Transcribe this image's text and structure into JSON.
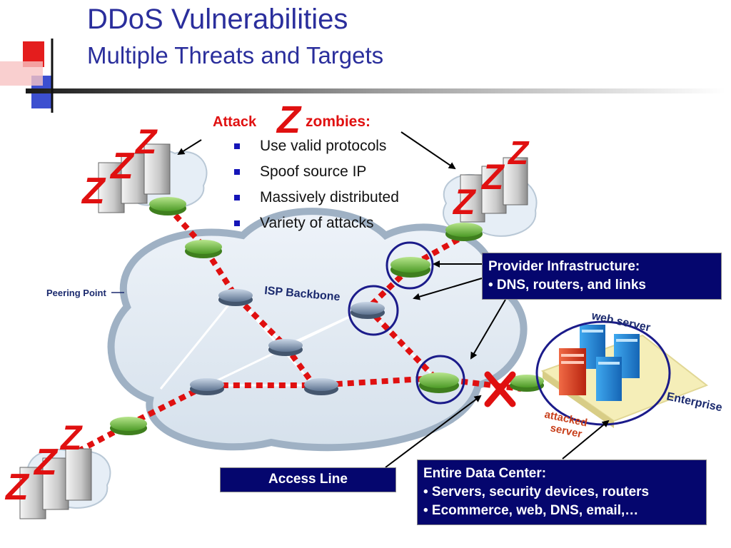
{
  "slide": {
    "title": "DDoS Vulnerabilities",
    "subtitle": "Multiple Threats and Targets"
  },
  "attack": {
    "label_prefix": "Attack",
    "label_suffix": "zombies:",
    "zombie_glyph": "Z",
    "bullets": [
      "Use valid protocols",
      "Spoof source IP",
      "Massively distributed",
      "Variety of attacks"
    ]
  },
  "network": {
    "peering_point": "Peering Point",
    "isp_backbone": "ISP Backbone",
    "web_server": "web server",
    "enterprise": "Enterprise",
    "attacked_server_line1": "attacked",
    "attacked_server_line2": "server"
  },
  "callouts": {
    "provider": {
      "lines": [
        "Provider Infrastructure:",
        "• DNS, routers, and links"
      ]
    },
    "access_line": "Access Line",
    "data_center": {
      "lines": [
        "Entire Data Center:",
        "• Servers, security devices, routers",
        "• Ecommerce, web, DNS, email,…"
      ]
    }
  },
  "colors": {
    "title": "#2a2e9c",
    "attack": "#e01010",
    "callout_bg": "#05066e",
    "bullet": "#1515b8",
    "router": "#6cbf3c"
  }
}
